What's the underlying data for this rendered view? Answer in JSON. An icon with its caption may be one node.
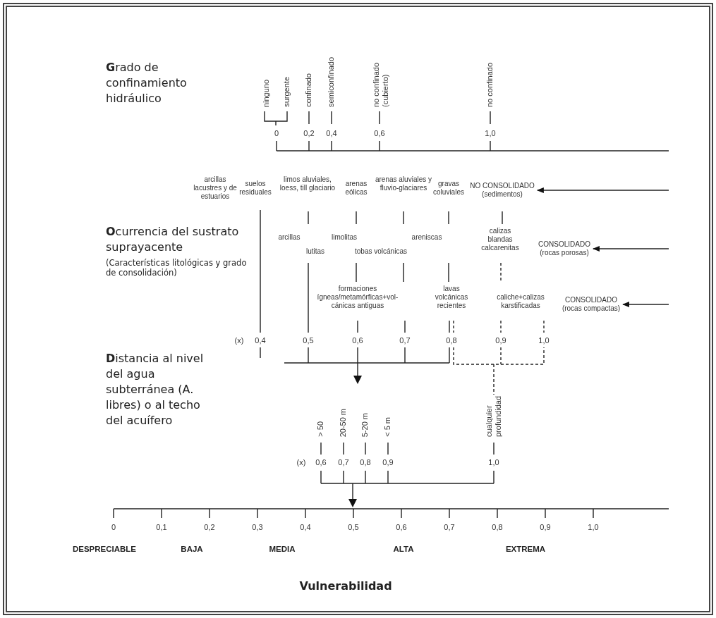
{
  "diagram": {
    "caption": "Vulnerabilidad",
    "nodes": [
      {
        "text": [
          "NO CONSOLIDADO (sedimentos)"
        ]
      },
      {
        "text": [
          "CONSOLIDADO (rocas porosas)"
        ]
      },
      {
        "text": [
          "CONSOLIDADO (rocas compactas)"
        ]
      }
    ],
    "edges": [
      {
        "from": null,
        "to": 0,
        "arrow": "to"
      },
      {
        "from": null,
        "to": 1,
        "arrow": "to"
      },
      {
        "from": null,
        "to": 2,
        "arrow": "to"
      }
    ],
    "labels": [
      "**G**rado de confinamiento hidráulico",
      "ninguno",
      "surgente",
      "confinado",
      "semiconfinado",
      "no confinado (cubierto)",
      "no confinado",
      "0",
      "0,2",
      "0,4",
      "0,6",
      "1,0",
      "arcillas lacustres y de estuarios",
      "suelos residuales",
      "limos aluviales, loess, till glaciario",
      "arenas eólicas",
      "arenas aluviales y fluvio-glaciares",
      "gravas coluviales",
      "**O**currencia del sustrato suprayacente",
      "(Características litológicas y grado de consolidación)",
      "arcillas",
      "limolitas",
      "areniscas",
      "calizas blandas calcarenitas",
      "lutitas",
      "tobas volcánicas",
      "formaciones ígneas/metamórficas+vol-cánicas antiguas",
      "lavas volcánicas recientes",
      "caliche+calizas karstificadas",
      "(x)",
      "0,4",
      "0,5",
      "0,6",
      "0,7",
      "0,8",
      "0,9",
      "1,0",
      "**D**istancia al nivel del agua subterránea (A. libres) o al techo del acuífero",
      "> 50",
      "20-50 m",
      "5-20 m",
      "< 5 m",
      "cualquier profundidad",
      "(x)",
      "0,6",
      "0,7",
      "0,8",
      "0,9",
      "1,0",
      "0",
      "0,1",
      "0,2",
      "0,3",
      "0,4",
      "0,5",
      "0,6",
      "0,7",
      "0,8",
      "0,9",
      "1,0",
      "DESPRECIABLE",
      "BAJA",
      "MEDIA",
      "ALTA",
      "EXTREMA"
    ]
  }
}
